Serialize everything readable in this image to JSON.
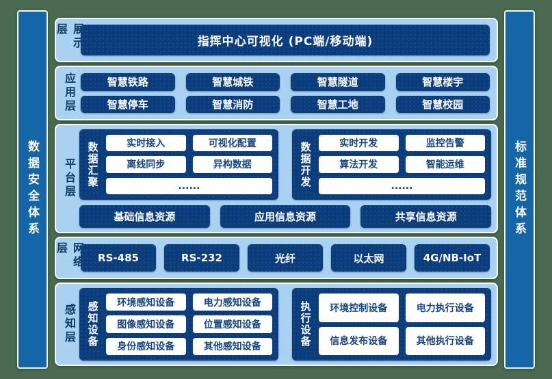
{
  "sidebars": {
    "left": {
      "label": "数据安全体系"
    },
    "right": {
      "label": "标准规范体系"
    }
  },
  "layers": {
    "display": {
      "label": "展示层",
      "box": "指挥中心可视化 (PC端/移动端)"
    },
    "application": {
      "label": "应用层",
      "boxes": [
        "智慧铁路",
        "智慧城铁",
        "智慧隧道",
        "智慧楼宇",
        "智慧停车",
        "智慧消防",
        "智慧工地",
        "智慧校园"
      ]
    },
    "platform": {
      "label": "平台层",
      "groups": [
        {
          "label": "数据汇聚",
          "items": [
            "实时接入",
            "可视化配置",
            "离线同步",
            "异构数据",
            "......"
          ]
        },
        {
          "label": "数据开发",
          "items": [
            "实时开发",
            "监控告警",
            "算法开发",
            "智能运维",
            "......"
          ]
        }
      ],
      "resources": [
        "基础信息资源",
        "应用信息资源",
        "共享信息资源"
      ]
    },
    "network": {
      "label": "网络层",
      "boxes": [
        "RS-485",
        "RS-232",
        "光纤",
        "以太网",
        "4G/NB-IoT"
      ]
    },
    "perception": {
      "label": "感知层",
      "groups": [
        {
          "label": "感知设备",
          "items": [
            "环境感知设备",
            "电力感知设备",
            "图像感知设备",
            "位置感知设备",
            "身份感知设备",
            "其他感知设备"
          ]
        },
        {
          "label": "执行设备",
          "items": [
            "环境控制设备",
            "电力执行设备",
            "信息发布设备",
            "其他执行设备"
          ]
        }
      ]
    }
  },
  "colors": {
    "background_green": "#4a6b50",
    "panel_light_blue": "#a9d2f1",
    "deep_navy": "#0b3d7d",
    "pillar_blue": "#1566a6",
    "white": "#ffffff",
    "label_navy": "#0d3a66"
  }
}
